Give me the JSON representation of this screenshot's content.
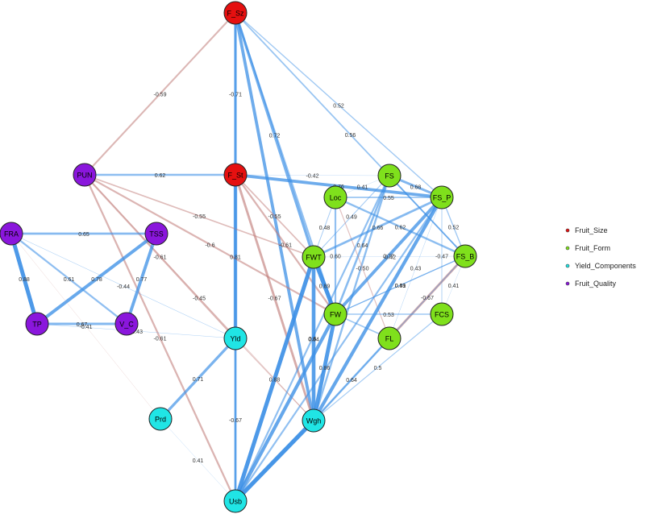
{
  "colors": {
    "positive": "#3b8fe6",
    "negative": "#c07b78",
    "Fruit_Size": "#e51010",
    "Fruit_Form": "#7fe01c",
    "Yield_Components": "#20e5e5",
    "Fruit_Quality": "#8a16dc",
    "node_border": "#222222"
  },
  "nodes": [
    {
      "id": "F_Sz",
      "label": "F_Sz",
      "group": "Fruit_Size"
    },
    {
      "id": "F_St",
      "label": "F_St",
      "group": "Fruit_Size"
    },
    {
      "id": "PUN",
      "label": "PUN",
      "group": "Fruit_Quality"
    },
    {
      "id": "FRA",
      "label": "FRA",
      "group": "Fruit_Quality"
    },
    {
      "id": "TSS",
      "label": "TSS",
      "group": "Fruit_Quality"
    },
    {
      "id": "TP",
      "label": "TP",
      "group": "Fruit_Quality"
    },
    {
      "id": "V_C",
      "label": "V_C",
      "group": "Fruit_Quality"
    },
    {
      "id": "FS",
      "label": "FS",
      "group": "Fruit_Form"
    },
    {
      "id": "Loc",
      "label": "Loc",
      "group": "Fruit_Form"
    },
    {
      "id": "FS_P",
      "label": "FS_P",
      "group": "Fruit_Form"
    },
    {
      "id": "FS_B",
      "label": "FS_B",
      "group": "Fruit_Form"
    },
    {
      "id": "FWT",
      "label": "FWT",
      "group": "Fruit_Form"
    },
    {
      "id": "FW",
      "label": "FW",
      "group": "Fruit_Form"
    },
    {
      "id": "FL",
      "label": "FL",
      "group": "Fruit_Form"
    },
    {
      "id": "FCS",
      "label": "FCS",
      "group": "Fruit_Form"
    },
    {
      "id": "Yld",
      "label": "Yld",
      "group": "Yield_Components"
    },
    {
      "id": "Prd",
      "label": "Prd",
      "group": "Yield_Components"
    },
    {
      "id": "Wgh",
      "label": "Wgh",
      "group": "Yield_Components"
    },
    {
      "id": "Usb",
      "label": "Usb",
      "group": "Yield_Components"
    }
  ],
  "edges": [
    {
      "from": "PUN",
      "to": "F_Sz",
      "weight": -0.59,
      "label": "-0.59"
    },
    {
      "from": "F_Sz",
      "to": "F_St",
      "weight": 0.71,
      "label": "-0.71"
    },
    {
      "from": "F_Sz",
      "to": "FWT",
      "weight": 0.72,
      "label": "0.72"
    },
    {
      "from": "F_Sz",
      "to": "FS_P",
      "weight": 0.52,
      "label": "0.52"
    },
    {
      "from": "F_Sz",
      "to": "FS_B",
      "weight": 0.56,
      "label": "0.56"
    },
    {
      "from": "F_Sz",
      "to": "Wgh",
      "weight": 0.76,
      "label": ""
    },
    {
      "from": "F_Sz",
      "to": "FW",
      "weight": 0.6,
      "label": ""
    },
    {
      "from": "PUN",
      "to": "F_St",
      "weight": 0.62,
      "label": "0.62"
    },
    {
      "from": "F_St",
      "to": "FS",
      "weight": 0.42,
      "label": "-0.42"
    },
    {
      "from": "F_St",
      "to": "Yld",
      "weight": 0.81,
      "label": "0.81"
    },
    {
      "from": "F_St",
      "to": "FWT",
      "weight": -0.55,
      "label": "-0.55"
    },
    {
      "from": "F_St",
      "to": "FW",
      "weight": -0.61,
      "label": "-0.61"
    },
    {
      "from": "F_St",
      "to": "Wgh",
      "weight": -0.67,
      "label": "-0.67"
    },
    {
      "from": "F_St",
      "to": "FS_P",
      "weight": 0.76,
      "label": "0.76"
    },
    {
      "from": "PUN",
      "to": "FWT",
      "weight": -0.55,
      "label": "-0.55"
    },
    {
      "from": "PUN",
      "to": "FW",
      "weight": -0.6,
      "label": "-0.6"
    },
    {
      "from": "PUN",
      "to": "Yld",
      "weight": -0.61,
      "label": "-0.61"
    },
    {
      "from": "PUN",
      "to": "Usb",
      "weight": -0.61,
      "label": "-0.61"
    },
    {
      "from": "PUN",
      "to": "Wgh",
      "weight": -0.45,
      "label": "-0.45"
    },
    {
      "from": "FRA",
      "to": "TSS",
      "weight": 0.65,
      "label": "0.65"
    },
    {
      "from": "FRA",
      "to": "TP",
      "weight": 0.88,
      "label": "0.88"
    },
    {
      "from": "FRA",
      "to": "V_C",
      "weight": 0.61,
      "label": "0.61"
    },
    {
      "from": "TSS",
      "to": "TP",
      "weight": 0.78,
      "label": "0.78"
    },
    {
      "from": "TSS",
      "to": "V_C",
      "weight": 0.77,
      "label": "0.77"
    },
    {
      "from": "FRA",
      "to": "Yld",
      "weight": 0.44,
      "label": "-0.44"
    },
    {
      "from": "TP",
      "to": "V_C",
      "weight": 0.67,
      "label": "0.67"
    },
    {
      "from": "TP",
      "to": "Yld",
      "weight": 0.43,
      "label": "-0.43"
    },
    {
      "from": "FRA",
      "to": "Prd",
      "weight": -0.41,
      "label": "-0.41"
    },
    {
      "from": "Yld",
      "to": "Prd",
      "weight": 0.71,
      "label": "0.71"
    },
    {
      "from": "Yld",
      "to": "Usb",
      "weight": 0.67,
      "label": "-0.67"
    },
    {
      "from": "Yld",
      "to": "Wgh",
      "weight": -0.5,
      "label": ""
    },
    {
      "from": "FS",
      "to": "FS_P",
      "weight": 0.68,
      "label": "0.68"
    },
    {
      "from": "FS",
      "to": "Loc",
      "weight": 0.41,
      "label": "0.41"
    },
    {
      "from": "FS",
      "to": "FWT",
      "weight": 0.49,
      "label": "0.49"
    },
    {
      "from": "FS",
      "to": "FW",
      "weight": 0.64,
      "label": "0.64"
    },
    {
      "from": "FS",
      "to": "FS_B",
      "weight": 0.55,
      "label": ""
    },
    {
      "from": "FS",
      "to": "Wgh",
      "weight": 0.62,
      "label": ""
    },
    {
      "from": "Loc",
      "to": "FS_P",
      "weight": 0.55,
      "label": "0.55"
    },
    {
      "from": "Loc",
      "to": "FS_B",
      "weight": 0.62,
      "label": "0.62"
    },
    {
      "from": "Loc",
      "to": "FW",
      "weight": 0.6,
      "label": "0.60"
    },
    {
      "from": "Loc",
      "to": "FL",
      "weight": -0.5,
      "label": "-0.50"
    },
    {
      "from": "Loc",
      "to": "FWT",
      "weight": 0.48,
      "label": "0.48"
    },
    {
      "from": "FS_P",
      "to": "FS_B",
      "weight": 0.52,
      "label": "0.52"
    },
    {
      "from": "FS_P",
      "to": "FWT",
      "weight": 0.66,
      "label": "0.66"
    },
    {
      "from": "FS_P",
      "to": "FW",
      "weight": 0.77,
      "label": "0.77"
    },
    {
      "from": "FS_P",
      "to": "Wgh",
      "weight": 0.8,
      "label": ""
    },
    {
      "from": "FS_P",
      "to": "Usb",
      "weight": 0.6,
      "label": ""
    },
    {
      "from": "FS_P",
      "to": "FCS",
      "weight": 0.47,
      "label": "-0.47"
    },
    {
      "from": "FS_P",
      "to": "FL",
      "weight": 0.43,
      "label": "0.43"
    },
    {
      "from": "FS_B",
      "to": "FW",
      "weight": 0.49,
      "label": "0.49"
    },
    {
      "from": "FS_B",
      "to": "FL",
      "weight": -0.67,
      "label": "-0.67"
    },
    {
      "from": "FS_B",
      "to": "FCS",
      "weight": 0.41,
      "label": "0.41"
    },
    {
      "from": "FS_B",
      "to": "Wgh",
      "weight": 0.5,
      "label": ""
    },
    {
      "from": "FWT",
      "to": "FW",
      "weight": 0.89,
      "label": "0.89"
    },
    {
      "from": "FWT",
      "to": "Wgh",
      "weight": 0.84,
      "label": "0.84"
    },
    {
      "from": "FWT",
      "to": "Usb",
      "weight": 0.88,
      "label": "0.88"
    },
    {
      "from": "FWT",
      "to": "FS_B",
      "weight": 0.42,
      "label": "-0.42"
    },
    {
      "from": "FW",
      "to": "Wgh",
      "weight": 0.86,
      "label": "0.86"
    },
    {
      "from": "FW",
      "to": "Usb",
      "weight": 0.8,
      "label": ""
    },
    {
      "from": "FW",
      "to": "FCS",
      "weight": 0.53,
      "label": "0.53"
    },
    {
      "from": "FW",
      "to": "FL",
      "weight": 0.54,
      "label": ""
    },
    {
      "from": "FW",
      "to": "FS_B",
      "weight": 0.51,
      "label": "0.51"
    },
    {
      "from": "FCS",
      "to": "Wgh",
      "weight": 0.5,
      "label": "0.5"
    },
    {
      "from": "FL",
      "to": "Wgh",
      "weight": 0.64,
      "label": "0.64"
    },
    {
      "from": "FS",
      "to": "Usb",
      "weight": 0.6,
      "label": "0.6"
    },
    {
      "from": "Wgh",
      "to": "Usb",
      "weight": 0.9,
      "label": ""
    },
    {
      "from": "Prd",
      "to": "Usb",
      "weight": 0.41,
      "label": "0.41"
    },
    {
      "from": "F_St",
      "to": "Usb",
      "weight": 0.41,
      "label": "0.41"
    },
    {
      "from": "F_Sz",
      "to": "Usb",
      "weight": 0.6,
      "label": ""
    }
  ],
  "legend": [
    {
      "label": "Fruit_Size",
      "group": "Fruit_Size"
    },
    {
      "label": "Fruit_Form",
      "group": "Fruit_Form"
    },
    {
      "label": "Yield_Components",
      "group": "Yield_Components"
    },
    {
      "label": "Fruit_Quality",
      "group": "Fruit_Quality"
    }
  ]
}
